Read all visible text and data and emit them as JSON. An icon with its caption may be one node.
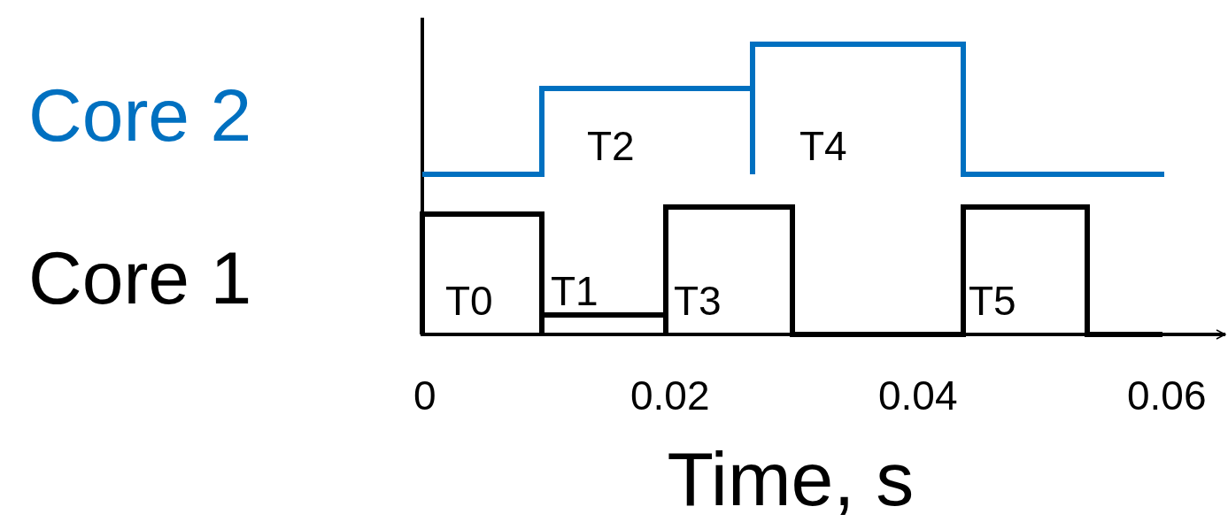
{
  "diagram": {
    "labels": [
      "Core 2",
      "T2",
      "T4",
      "Core 1",
      "T0",
      "T1",
      "T3",
      "T5",
      "0",
      "0.02",
      "0.04",
      "0.06",
      "Time, s"
    ]
  }
}
